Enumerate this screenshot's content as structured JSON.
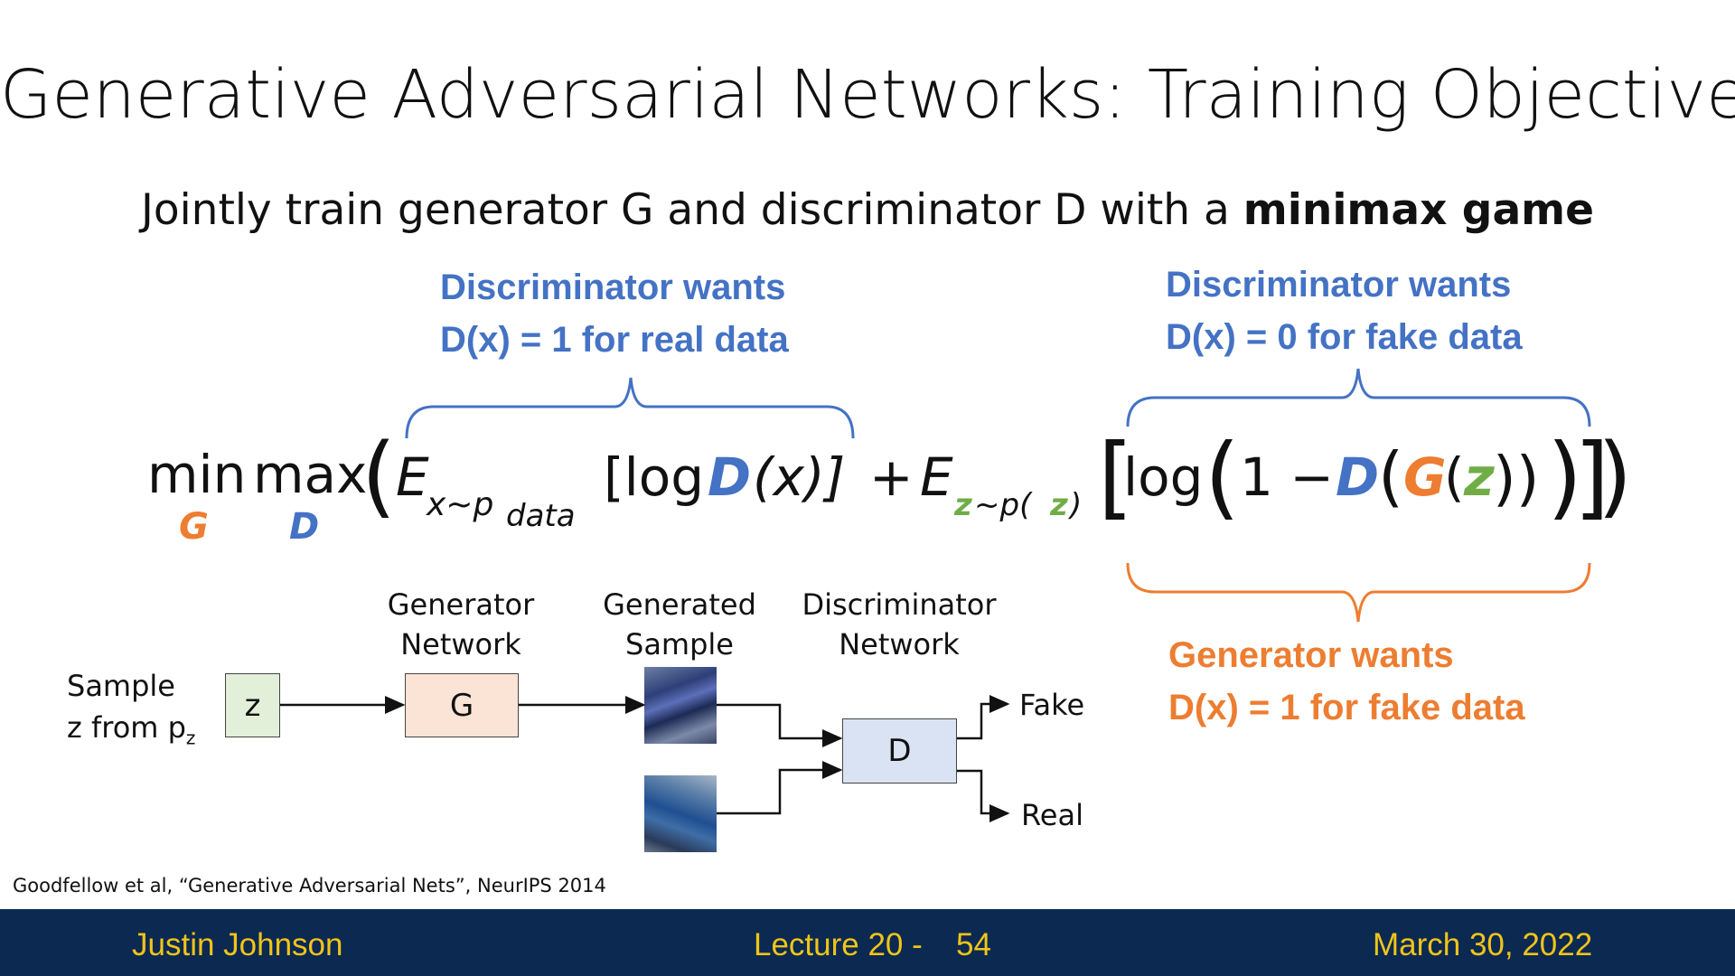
{
  "title": "Generative Adversarial Networks: Training Objective",
  "subtitle": {
    "prefix": "Jointly train generator G and discriminator D with a ",
    "bold": "minimax game"
  },
  "annotations": {
    "disc_real_line1": "Discriminator wants",
    "disc_real_line2": "D(x) = 1 for real data",
    "disc_fake_line1": "Discriminator wants",
    "disc_fake_line2": "D(x) = 0 for fake data",
    "gen_line1": "Generator wants",
    "gen_line2": "D(x) = 1 for fake data"
  },
  "formula": {
    "min": "min",
    "max": "max",
    "min_sub": "G",
    "max_sub": "D",
    "open_paren": "(",
    "E1": "E",
    "E1_sub": "x~p",
    "E1_subsub": "data",
    "log1": "[log ",
    "D1": "D",
    "x_arg": "(x)]",
    "plus": "+",
    "E2": "E",
    "E2_sub_z": "z",
    "E2_sub_mid": "~p(",
    "E2_sub_z2": "z",
    "E2_sub_close": ")",
    "open_bracket": "[",
    "log2": "log",
    "open_paren2": "(",
    "one_minus": "1 −",
    "D2": "D",
    "paren_g_open": "(",
    "G": "G",
    "paren_z_open": "(",
    "z": "z",
    "close_paren_z": "))",
    "close_paren_big": ")",
    "close_bracket": "]",
    "close_paren_final": ")"
  },
  "diagram": {
    "sample_line1": "Sample",
    "sample_line2_prefix": "z from p",
    "sample_line2_sub": "z",
    "z_box": "z",
    "g_box": "G",
    "d_box": "D",
    "generator_label_line1": "Generator",
    "generator_label_line2": "Network",
    "generated_label_line1": "Generated",
    "generated_label_line2": "Sample",
    "discriminator_label_line1": "Discriminator",
    "discriminator_label_line2": "Network",
    "fake": "Fake",
    "real": "Real"
  },
  "citation": "Goodfellow et al, “Generative Adversarial Nets”, NeurIPS 2014",
  "footer": {
    "author": "Justin Johnson",
    "lecture": "Lecture 20 -",
    "page": "54",
    "date": "March 30, 2022"
  },
  "colors": {
    "blue": "#4472C4",
    "orange": "#ED7D31",
    "green": "#70AD47",
    "footer_bg": "#0b2951",
    "footer_text": "#F0C419"
  }
}
